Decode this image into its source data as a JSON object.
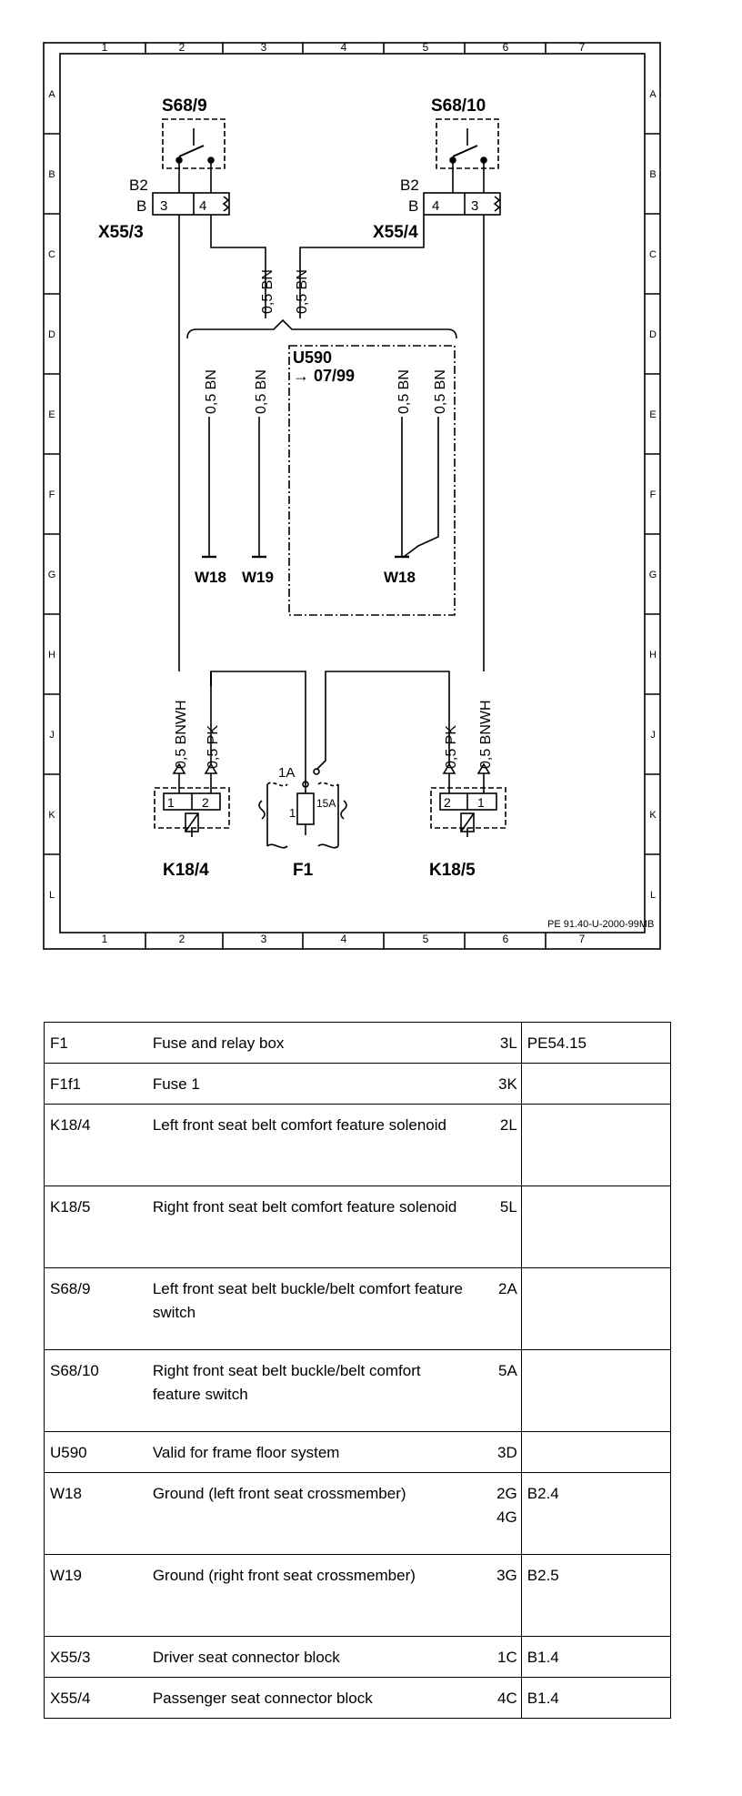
{
  "grid": {
    "columns": [
      "1",
      "2",
      "3",
      "4",
      "5",
      "6",
      "7"
    ],
    "rows": [
      "A",
      "B",
      "C",
      "D",
      "E",
      "F",
      "G",
      "H",
      "J",
      "K",
      "L"
    ]
  },
  "diagram": {
    "drawing_ref": "PE 91.40-U-2000-99MB",
    "switch_left": "S68/9",
    "switch_right": "S68/10",
    "connector_left": "X55/3",
    "connector_right": "X55/4",
    "pin_b2": "B2",
    "pin_b": "B",
    "pin_3": "3",
    "pin_4": "4",
    "wire_bn": "0,5 BN",
    "wire_bnwh": "0,5 BNWH",
    "wire_pk": "0,5 PK",
    "variant_code": "U590",
    "variant_date": "→ 07/99",
    "ground_w18": "W18",
    "ground_w19": "W19",
    "solenoid_left": "K18/4",
    "solenoid_right": "K18/5",
    "fuse_box": "F1",
    "fuse_terminal": "1A",
    "fuse_rating": "15A",
    "fuse_pos": "1",
    "pin_1": "1",
    "pin_2": "2"
  },
  "legend": [
    {
      "code": "F1",
      "description": "Fuse and relay box",
      "location": [
        "3L"
      ],
      "reference": "PE54.15"
    },
    {
      "code": "F1f1",
      "description": "Fuse 1",
      "location": [
        "3K"
      ],
      "reference": ""
    },
    {
      "code": "K18/4",
      "description": "Left front seat belt comfort feature solenoid",
      "location": [
        "2L"
      ],
      "reference": ""
    },
    {
      "code": "K18/5",
      "description": "Right front seat belt comfort feature solenoid",
      "location": [
        "5L"
      ],
      "reference": ""
    },
    {
      "code": "S68/9",
      "description": "Left front seat belt buckle/belt comfort feature switch",
      "location": [
        "2A"
      ],
      "reference": ""
    },
    {
      "code": "S68/10",
      "description": "Right front seat belt buckle/belt comfort feature switch",
      "location": [
        "5A"
      ],
      "reference": ""
    },
    {
      "code": "U590",
      "description": "Valid for frame floor system",
      "location": [
        "3D"
      ],
      "reference": ""
    },
    {
      "code": "W18",
      "description": "Ground (left front seat crossmember)",
      "location": [
        "2G",
        "4G"
      ],
      "reference": "B2.4"
    },
    {
      "code": "W19",
      "description": "Ground (right front seat crossmember)",
      "location": [
        "3G"
      ],
      "reference": "B2.5"
    },
    {
      "code": "X55/3",
      "description": "Driver seat connector block",
      "location": [
        "1C"
      ],
      "reference": "B1.4"
    },
    {
      "code": "X55/4",
      "description": "Passenger seat connector block",
      "location": [
        "4C"
      ],
      "reference": "B1.4"
    }
  ]
}
